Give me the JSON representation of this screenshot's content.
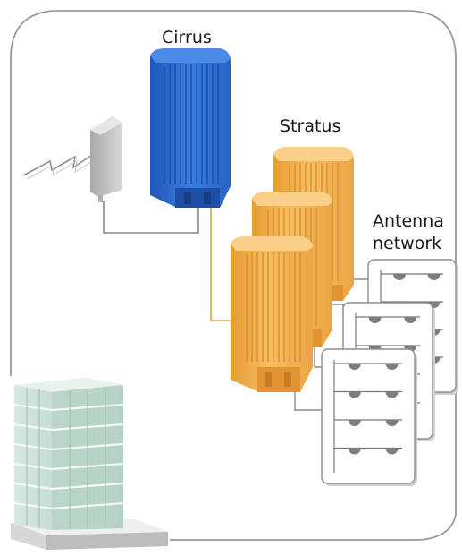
{
  "labels": {
    "cirrus": "Cirrus",
    "stratus": "Stratus",
    "antenna_line1": "Antenna",
    "antenna_line2": "network"
  },
  "colors": {
    "cirrus_unit": "#2f6fd6",
    "stratus_unit": "#f4b24e",
    "donor_antenna": "#c6c6c6",
    "cable_cirrus": "#8a8a8a",
    "cable_stratus": "#e8a040",
    "frame": "#9a9a9a",
    "building_glass": "#c8ded6"
  },
  "icons": [
    "lightning-signal-icon",
    "donor-antenna-icon",
    "cirrus-unit-icon",
    "stratus-unit-icon",
    "antenna-panel-icon",
    "building-icon"
  ]
}
